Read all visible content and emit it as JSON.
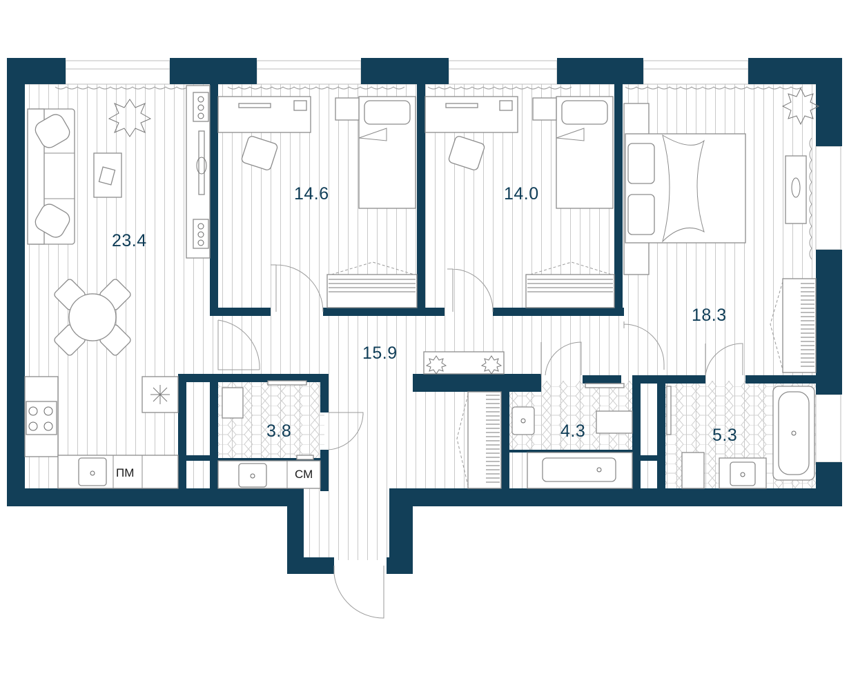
{
  "colors": {
    "wall": "#123f58",
    "label": "#0f3d57",
    "floor_lines": "#c4c4c4"
  },
  "rooms": {
    "living_kitchen": {
      "area": "23.4"
    },
    "bedroom_1": {
      "area": "14.6"
    },
    "bedroom_2": {
      "area": "14.0"
    },
    "master_bedroom": {
      "area": "18.3"
    },
    "hallway": {
      "area": "15.9"
    },
    "bathroom_1": {
      "area": "3.8"
    },
    "bathroom_2": {
      "area": "4.3"
    },
    "bathroom_3": {
      "area": "5.3"
    }
  },
  "appliances": {
    "dishwasher": "ПМ",
    "washer": "СМ"
  },
  "icons": [
    "plant-icon",
    "sofa-icon",
    "armchair-icon",
    "dining-table-icon",
    "chair-icon",
    "stove-icon",
    "sink-icon",
    "desk-icon",
    "bed-icon",
    "wardrobe-icon",
    "bathtub-icon",
    "toilet-icon",
    "door-icon"
  ]
}
